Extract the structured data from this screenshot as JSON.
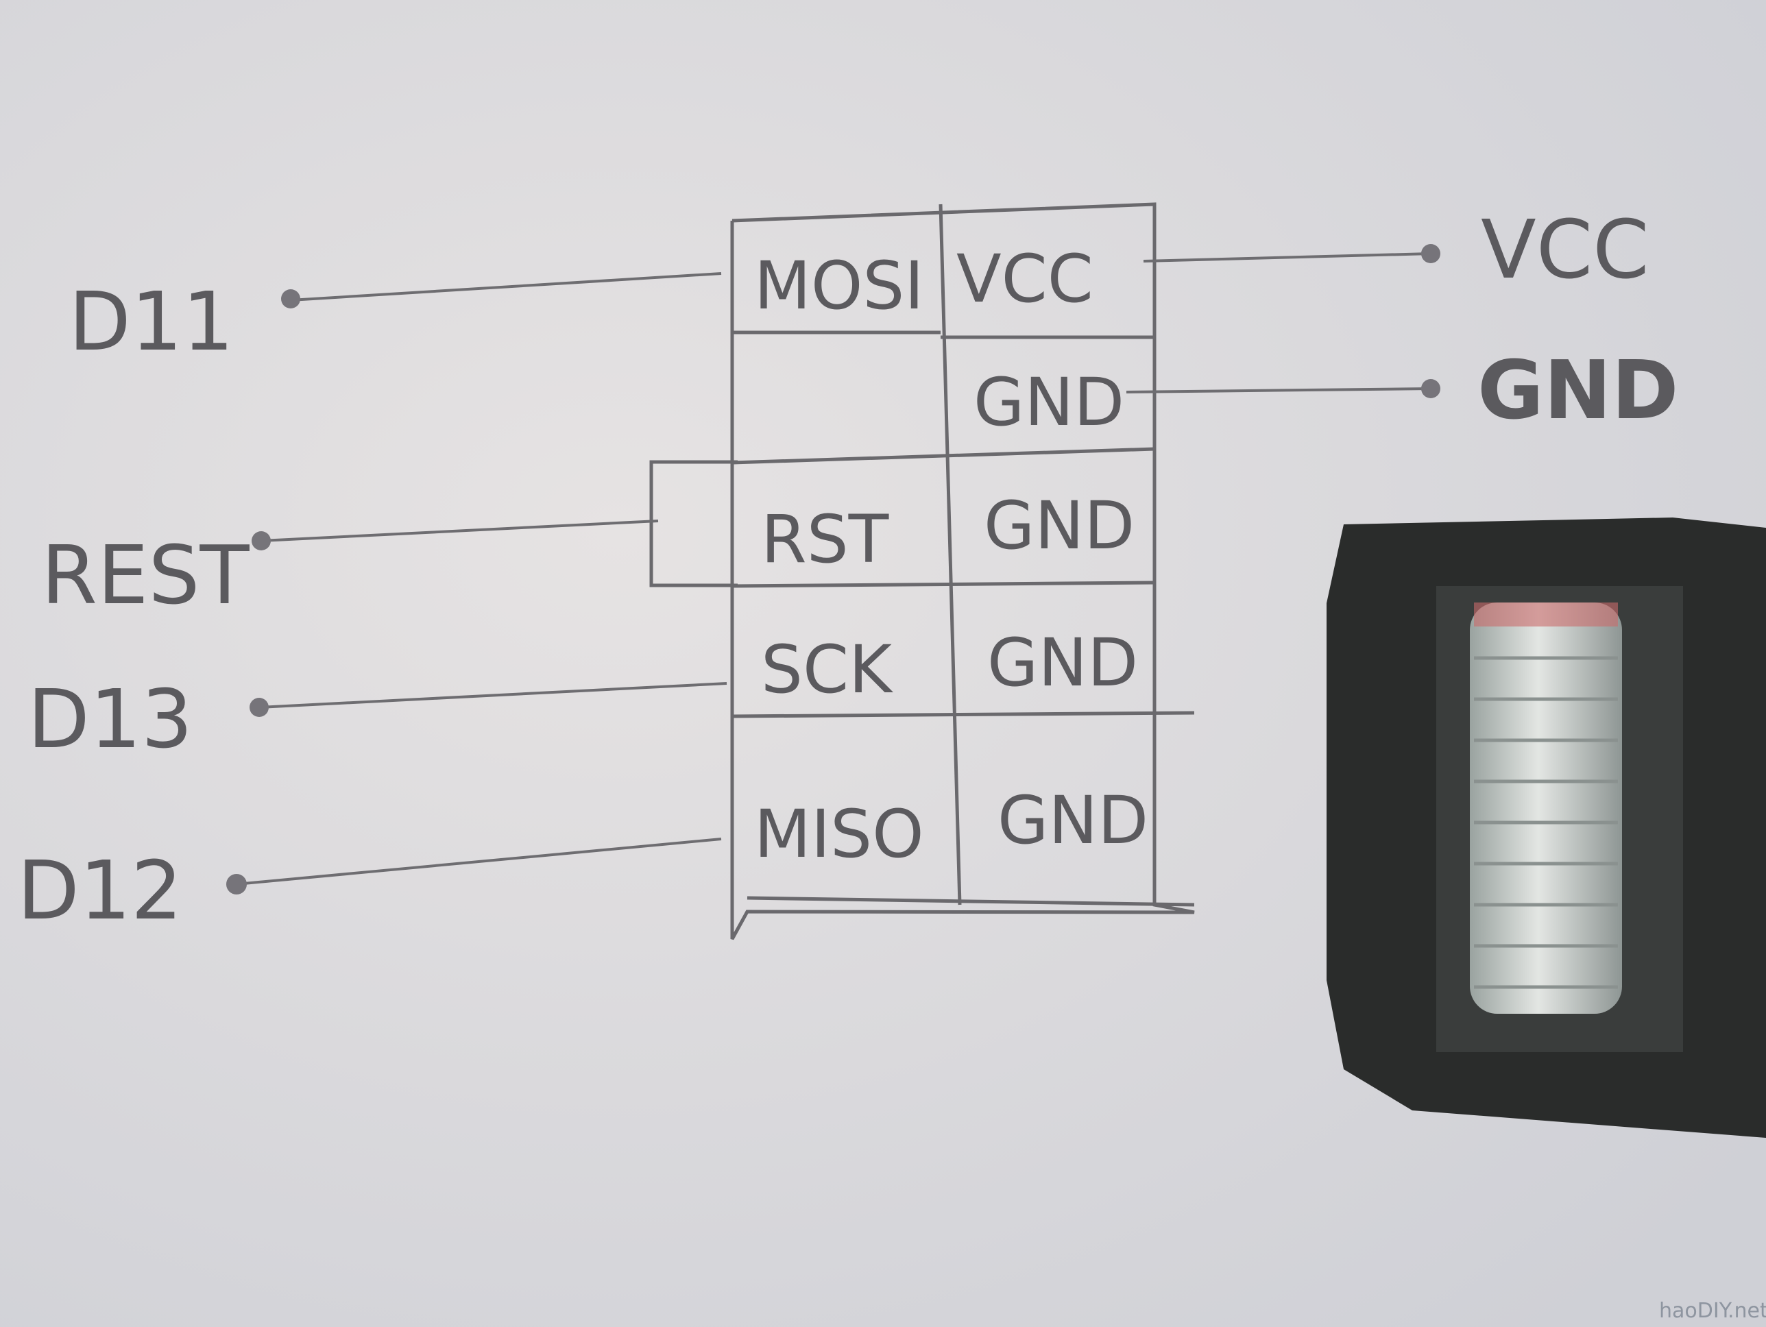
{
  "diagram": {
    "left_pins": [
      {
        "label": "D11",
        "connects_to": "MOSI"
      },
      {
        "label": "REST",
        "connects_to": "RST"
      },
      {
        "label": "D13",
        "connects_to": "SCK"
      },
      {
        "label": "D12",
        "connects_to": "MISO"
      }
    ],
    "right_pins": [
      {
        "label": "VCC",
        "connects_to": "VCC"
      },
      {
        "label": "GND",
        "connects_to": "GND"
      }
    ],
    "header_cells": {
      "left": [
        "MOSI",
        "",
        "RST",
        "SCK",
        "MISO"
      ],
      "right": [
        "VCC",
        "GND",
        "GND",
        "GND",
        "GND"
      ]
    },
    "ink_color": "#5b5a5e",
    "paper_color": "#dcdbdf"
  },
  "watermark": "haoDIY.net"
}
